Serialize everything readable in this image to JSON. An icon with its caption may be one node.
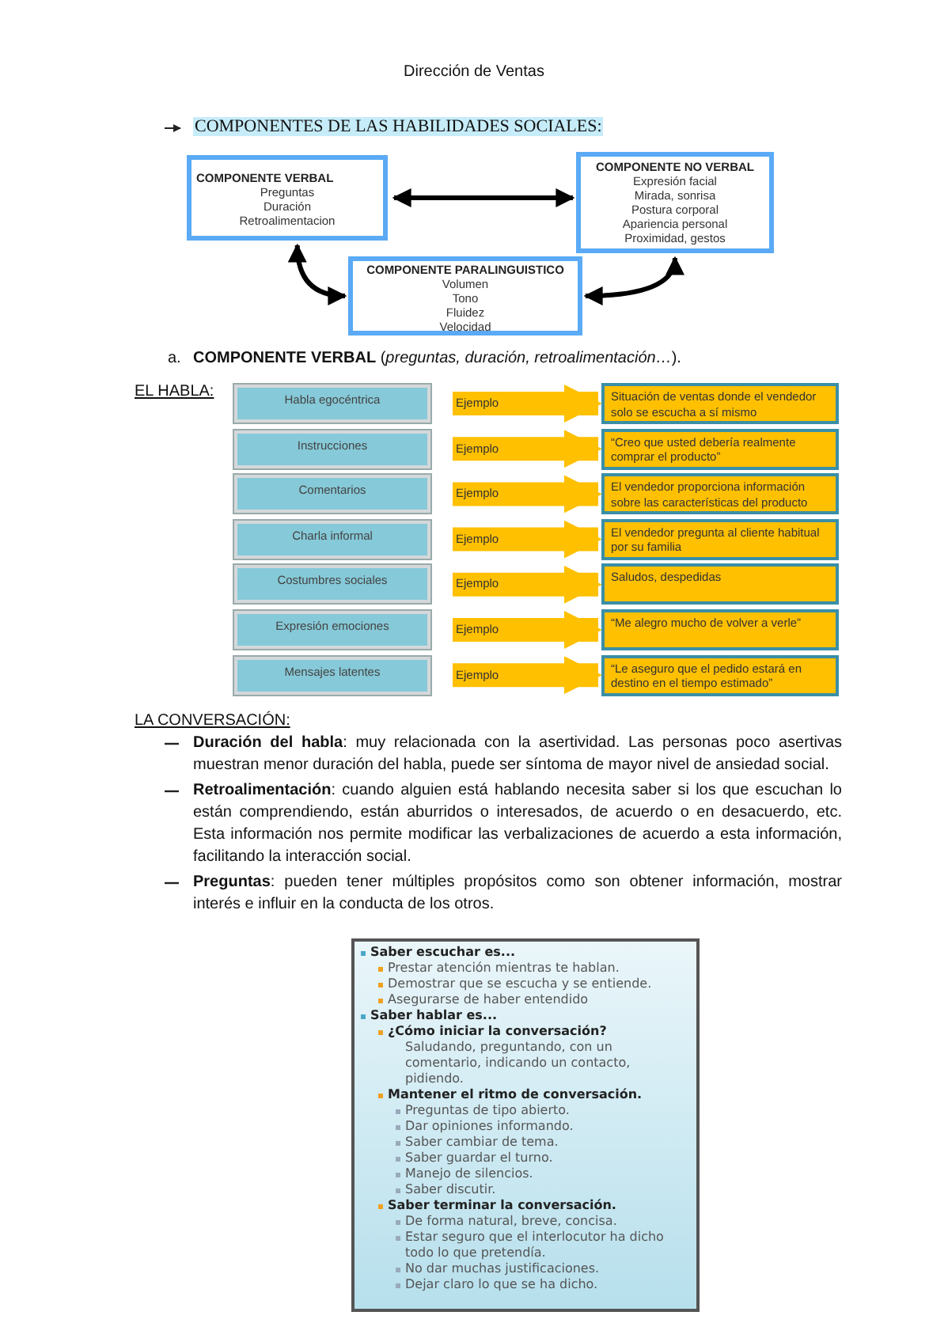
{
  "diagram": {
    "title": "Dirección de Ventas",
    "nodes": [
      {
        "text": [
          "COMPONENTE VERBAL",
          "Preguntas",
          "Duración",
          "Retroalimentacion"
        ]
      },
      {
        "text": [
          "COMPONENTE NO VERBAL",
          "Expresión facial",
          "Mirada, sonrisa",
          "Postura corporal",
          "Apariencia personal",
          "Proximidad, gestos"
        ]
      },
      {
        "text": [
          "COMPONENTE PARALINGUISTICO",
          "Volumen",
          "Tono",
          "Fluidez",
          "Velocidad"
        ]
      },
      {
        "text": [
          "Habla egocéntrica"
        ]
      },
      {
        "text": [
          "Situación de ventas donde el vendedor solo se escucha a sí mismo"
        ]
      },
      {
        "text": [
          "Instrucciones"
        ]
      },
      {
        "text": [
          "“Creo que usted debería realmente comprar el producto”"
        ]
      },
      {
        "text": [
          "Comentarios"
        ]
      },
      {
        "text": [
          "El vendedor proporciona información sobre las características del producto"
        ]
      },
      {
        "text": [
          "Charla informal"
        ]
      },
      {
        "text": [
          "El vendedor pregunta al cliente habitual por su familia"
        ]
      },
      {
        "text": [
          "Costumbres sociales"
        ]
      },
      {
        "text": [
          "Saludos, despedidas"
        ]
      },
      {
        "text": [
          "Expresión emociones"
        ]
      },
      {
        "text": [
          "“Me alegro mucho de volver a verle”"
        ]
      },
      {
        "text": [
          "Mensajes latentes"
        ]
      },
      {
        "text": [
          "“Le aseguro que el pedido estará en destino en el tiempo estimado”"
        ]
      },
      {
        "text": [
          "Saber escuchar es...",
          "Prestar atención mientras te hablan.",
          "Demostrar que se escucha y se entiende.",
          "Asegurarse de haber entendido",
          "Saber hablar es...",
          "¿Cómo iniciar la conversación?",
          "Saludando, preguntando, con un comentario, indicando un contacto, pidiendo.",
          "Mantener el ritmo de conversación.",
          "Preguntas de tipo abierto.",
          "Dar opiniones informando.",
          "Saber cambiar de tema.",
          "Saber guardar el turno.",
          "Manejo de silencios.",
          "Saber discutir.",
          "Saber terminar la conversación.",
          "De forma natural, breve, concisa.",
          "Estar seguro que el interlocutor ha dicho todo lo que pretendía.",
          "No dar muchas justificaciones.",
          "Dejar claro lo que se ha dicho."
        ]
      }
    ],
    "edges": [
      {
        "from": 0,
        "to": 1,
        "arrow": "both",
        "color": "#000000"
      },
      {
        "from": 0,
        "to": 2,
        "arrow": "both",
        "color": "#000000"
      },
      {
        "from": 1,
        "to": 2,
        "arrow": "both",
        "color": "#000000"
      },
      {
        "from": 3,
        "to": 4,
        "arrow": "to",
        "label": "Ejemplo"
      },
      {
        "from": 5,
        "to": 6,
        "arrow": "to",
        "label": "Ejemplo"
      },
      {
        "from": 7,
        "to": 8,
        "arrow": "to",
        "label": "Ejemplo"
      },
      {
        "from": 9,
        "to": 10,
        "arrow": "to",
        "label": "Ejemplo"
      },
      {
        "from": 11,
        "to": 12,
        "arrow": "to",
        "label": "Ejemplo"
      },
      {
        "from": 13,
        "to": 14,
        "arrow": "to",
        "label": "Ejemplo"
      },
      {
        "from": 15,
        "to": 16,
        "arrow": "to",
        "label": "Ejemplo"
      }
    ],
    "labels": [
      "COMPONENTES DE LAS HABILIDADES SOCIALES:",
      "a.",
      "**COMPONENTE VERBAL** (*preguntas, duración, retroalimentación…*).",
      "EL HABLA:",
      "LA CONVERSACIÓN:",
      "**Duración del habla**: muy relacionada con la asertividad. Las personas poco asertivas muestran menor duración del habla, puede ser síntoma de mayor nivel de ansiedad social.",
      "**Retroalimentación**: cuando alguien está hablando necesita saber si los que escuchan lo están comprendiendo, están aburridos o interesados, de acuerdo o en desacuerdo, etc. Esta información nos permite modificar las verbalizaciones de acuerdo a esta información, facilitando la interacción social.",
      "**Preguntas**: pueden tener múltiples propósitos como son obtener información, mostrar interés e influir en la conducta de los otros."
    ]
  }
}
